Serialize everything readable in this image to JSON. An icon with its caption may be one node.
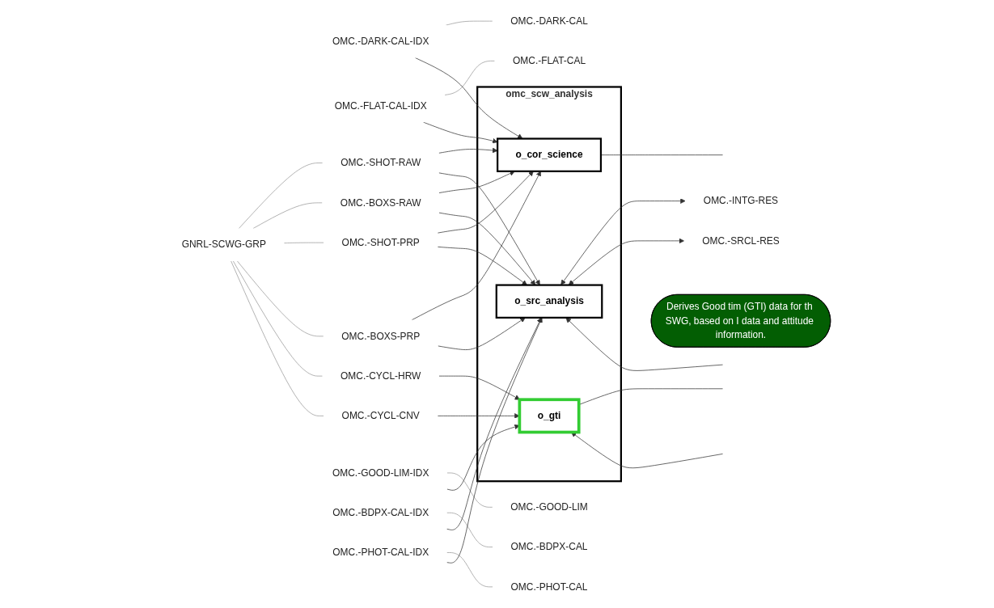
{
  "diagram": {
    "nodes": [
      {
        "text": [
          "omc_scw_analysis"
        ]
      },
      {
        "text": [
          "o_cor_science"
        ],
        "in": 0
      },
      {
        "text": [
          "o_gti"
        ],
        "in": 0
      },
      {
        "text": [
          "o_src_analysis"
        ],
        "in": 0
      },
      {
        "text": [
          "OMC.-DARK-CAL-IDX"
        ]
      },
      {
        "text": [
          "OMC.-DARK-CAL"
        ]
      },
      {
        "text": [
          "OMC.-FLAT-CAL-IDX"
        ]
      },
      {
        "text": [
          "OMC.-FLAT-CAL"
        ]
      },
      {
        "text": [
          "GNRL-SCWG-GRP"
        ]
      },
      {
        "text": [
          "OMC.-SHOT-RAW"
        ]
      },
      {
        "text": [
          "OMC.-BOXS-RAW"
        ]
      },
      {
        "text": [
          "OMC.-SHOT-PRP"
        ]
      },
      {
        "text": [
          "OMC.-BOXS-PRP"
        ]
      },
      {
        "text": [
          "OMC.-CYCL-HRW"
        ]
      },
      {
        "text": [
          "OMC.-CYCL-CNV"
        ]
      },
      {
        "text": [
          "OMC.-GOOD-LIM-IDX"
        ]
      },
      {
        "text": [
          "OMC.-GOOD-LIM"
        ]
      },
      {
        "text": [
          "OMC.-BDPX-CAL-IDX"
        ]
      },
      {
        "text": [
          "OMC.-BDPX-CAL"
        ]
      },
      {
        "text": [
          "OMC.-PHOT-CAL-IDX"
        ]
      },
      {
        "text": [
          "OMC.-PHOT-CAL"
        ]
      },
      {
        "text": [
          "OMC.-INTG-RES"
        ]
      },
      {
        "text": [
          "OMC.-SRCL-RES"
        ]
      },
      {
        "text": [
          "Derives Good tim (GTI) data for th SWG, based on I data and attitude information."
        ]
      }
    ],
    "edges": [
      {
        "from": 4,
        "to": 5,
        "arrow": "none",
        "color": "#999999"
      },
      {
        "from": 6,
        "to": 7,
        "arrow": "none",
        "color": "#999999"
      },
      {
        "from": 8,
        "to": 9,
        "arrow": "none",
        "color": "#999999"
      },
      {
        "from": 8,
        "to": 10,
        "arrow": "none",
        "color": "#999999"
      },
      {
        "from": 8,
        "to": 11,
        "arrow": "none",
        "color": "#999999"
      },
      {
        "from": 8,
        "to": 12,
        "arrow": "none",
        "color": "#999999"
      },
      {
        "from": 8,
        "to": 13,
        "arrow": "none",
        "color": "#999999"
      },
      {
        "from": 8,
        "to": 14,
        "arrow": "none",
        "color": "#999999"
      },
      {
        "from": 15,
        "to": 16,
        "arrow": "none",
        "color": "#999999"
      },
      {
        "from": 17,
        "to": 18,
        "arrow": "none",
        "color": "#999999"
      },
      {
        "from": 19,
        "to": 20,
        "arrow": "none",
        "color": "#999999"
      },
      {
        "from": 4,
        "to": 1,
        "arrow": "to"
      },
      {
        "from": 6,
        "to": 1,
        "arrow": "to"
      },
      {
        "from": 9,
        "to": 1,
        "arrow": "to"
      },
      {
        "from": 10,
        "to": 1,
        "arrow": "to"
      },
      {
        "from": 11,
        "to": 1,
        "arrow": "to"
      },
      {
        "from": 12,
        "to": 1,
        "arrow": "to"
      },
      {
        "from": 9,
        "to": 3,
        "arrow": "to"
      },
      {
        "from": 10,
        "to": 3,
        "arrow": "to"
      },
      {
        "from": 11,
        "to": 3,
        "arrow": "to"
      },
      {
        "from": 12,
        "to": 3,
        "arrow": "to"
      },
      {
        "from": 13,
        "to": 2,
        "arrow": "to"
      },
      {
        "from": 14,
        "to": 2,
        "arrow": "to"
      },
      {
        "from": 15,
        "to": 2,
        "arrow": "to"
      },
      {
        "from": 17,
        "to": 3,
        "arrow": "to"
      },
      {
        "from": 19,
        "to": 3,
        "arrow": "to"
      },
      {
        "from": 3,
        "to": 21,
        "arrow": "both"
      },
      {
        "from": 3,
        "to": 22,
        "arrow": "both"
      },
      {
        "from": 1,
        "to": null,
        "arrow": "none"
      },
      {
        "from": null,
        "to": 2,
        "arrow": "to"
      },
      {
        "from": 2,
        "to": null,
        "arrow": "none"
      },
      {
        "from": null,
        "to": 3,
        "arrow": "to"
      }
    ]
  }
}
